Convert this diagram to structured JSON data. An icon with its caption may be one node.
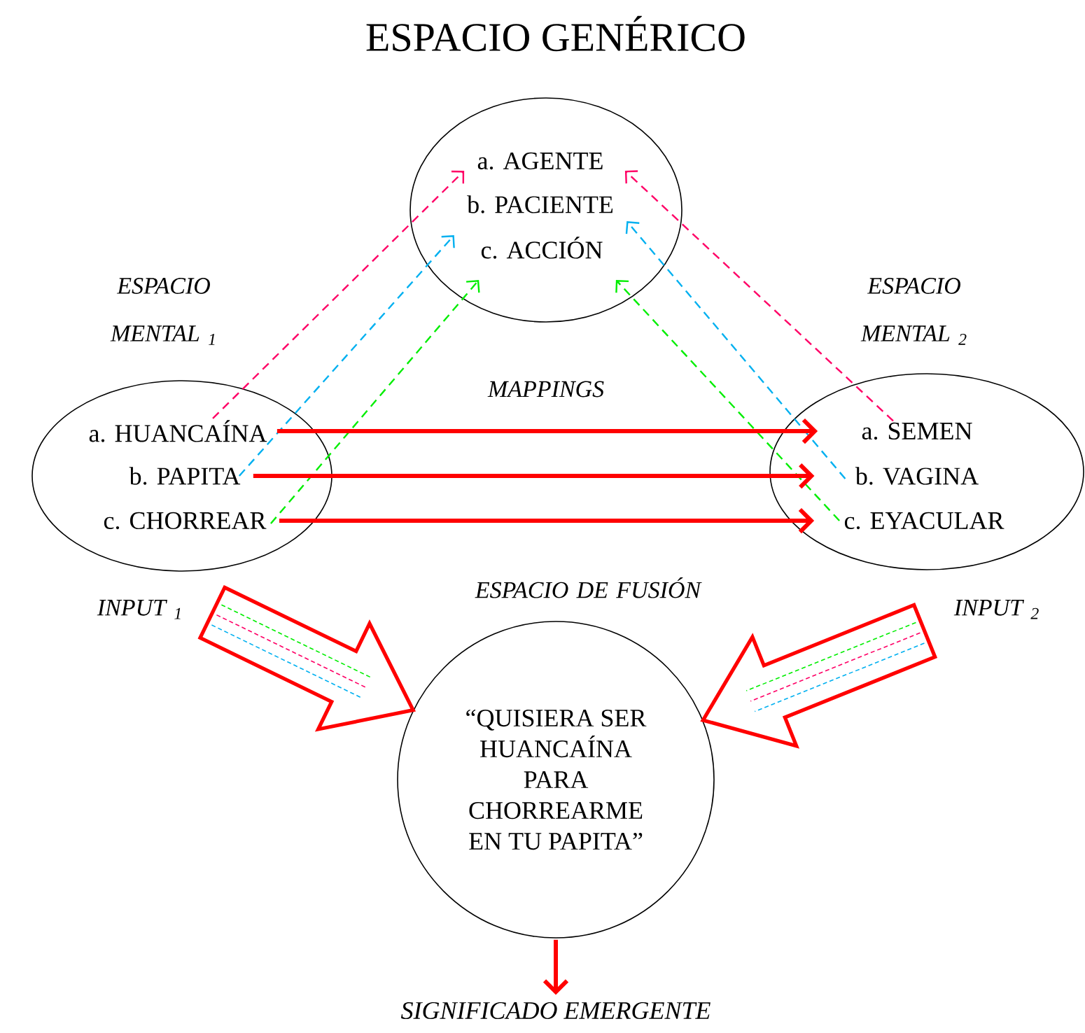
{
  "diagram": {
    "title": "ESPACIO GENÉRICO",
    "nodes": [
      {
        "text": [],
        "shape": "ellipse"
      },
      {
        "text": [
          "a. AGENTE"
        ],
        "in": 0
      },
      {
        "text": [
          "b. PACIENTE"
        ],
        "in": 0
      },
      {
        "text": [
          "c. ACCIÓN"
        ],
        "in": 0
      },
      {
        "text": [],
        "shape": "ellipse",
        "beside": [
          "ESPACIO MENTAL $_{1}$",
          "INPUT $_{1}$"
        ]
      },
      {
        "text": [
          "a. HUANCAÍNA"
        ],
        "in": 4
      },
      {
        "text": [
          "b. PAPITA"
        ],
        "in": 4
      },
      {
        "text": [
          "c. CHORREAR"
        ],
        "in": 4
      },
      {
        "text": [],
        "shape": "ellipse",
        "beside": [
          "ESPACIO MENTAL $_{2}$",
          "INPUT $_{2}$"
        ]
      },
      {
        "text": [
          "a. SEMEN"
        ],
        "in": 8
      },
      {
        "text": [
          "b. VAGINA"
        ],
        "in": 8
      },
      {
        "text": [
          "c. EYACULAR"
        ],
        "in": 8
      },
      {
        "text": [
          "“QUISIERA SER HUANCAÍNA PARA CHORREARME EN TU PAPITA”"
        ],
        "beside": [
          "ESPACIO DE FUSIÓN"
        ]
      },
      {
        "text": [
          "SIGNIFICADO EMERGENTE"
        ]
      }
    ],
    "edges": [
      {
        "from": 5,
        "to": 1,
        "arrow": "to",
        "style": "dashed",
        "color": "#ff0066"
      },
      {
        "from": 6,
        "to": 2,
        "arrow": "to",
        "style": "dashed",
        "color": "#00b0f0"
      },
      {
        "from": 7,
        "to": 3,
        "arrow": "to",
        "style": "dashed",
        "color": "#00ee00"
      },
      {
        "from": 9,
        "to": 1,
        "arrow": "to",
        "style": "dashed",
        "color": "#ff0066"
      },
      {
        "from": 10,
        "to": 2,
        "arrow": "to",
        "style": "dashed",
        "color": "#00b0f0"
      },
      {
        "from": 11,
        "to": 3,
        "arrow": "to",
        "style": "dashed",
        "color": "#00ee00"
      },
      {
        "from": 5,
        "to": 9,
        "arrow": "to",
        "style": "thick",
        "color": "#ff0000"
      },
      {
        "from": 6,
        "to": 10,
        "arrow": "to",
        "style": "thick",
        "color": "#ff0000"
      },
      {
        "from": 7,
        "to": 11,
        "arrow": "to",
        "style": "thick",
        "color": "#ff0000"
      },
      {
        "from": 4,
        "to": 12,
        "arrow": "to",
        "style": "thick"
      },
      {
        "from": 8,
        "to": 12,
        "arrow": "to",
        "style": "thick"
      },
      {
        "from": 12,
        "to": 13,
        "arrow": "to",
        "style": "thick",
        "color": "#ff0000"
      }
    ],
    "labels": [
      "MAPPINGS"
    ]
  }
}
